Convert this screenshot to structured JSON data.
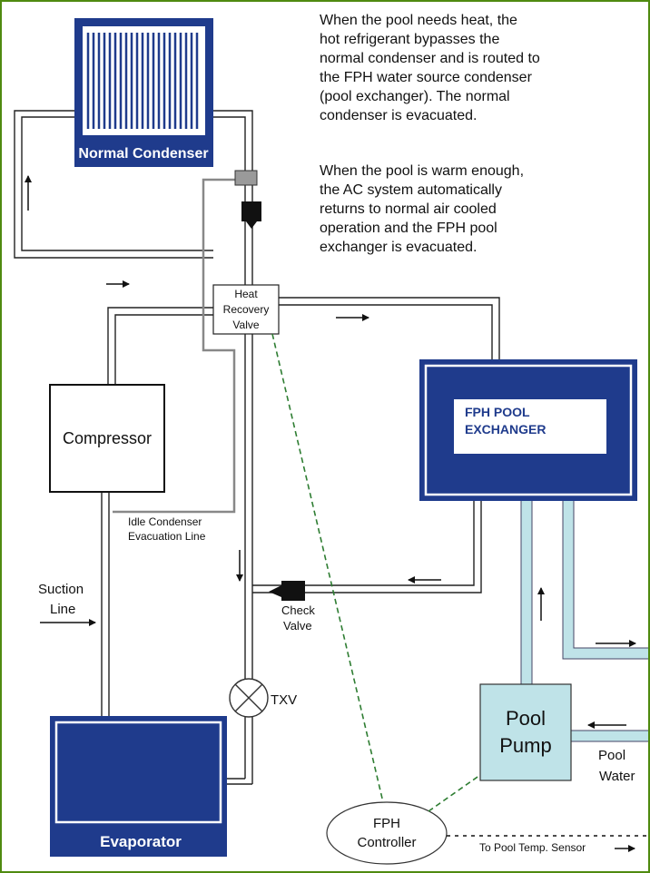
{
  "notes": {
    "heating": "When the pool needs heat, the\nhot refrigerant bypasses the\nnormal condenser and is routed to\nthe FPH water source condenser\n(pool exchanger). The normal\ncondenser is evacuated.",
    "warm": "When the pool is warm enough,\nthe AC system automatically\nreturns to normal air cooled\noperation and the FPH pool\nexchanger is evacuated."
  },
  "components": {
    "normal_condenser": "Normal Condenser",
    "heat_recovery_valve": [
      "Heat",
      "Recovery",
      "Valve"
    ],
    "compressor": "Compressor",
    "pool_exchanger": [
      "FPH POOL",
      "EXCHANGER"
    ],
    "evaporator": "Evaporator",
    "pool_pump": [
      "Pool",
      "Pump"
    ],
    "fph_controller": [
      "FPH",
      "Controller"
    ],
    "txv": "TXV",
    "check_valve": [
      "Check",
      "Valve"
    ]
  },
  "labels": {
    "idle_condenser": [
      "Idle Condenser",
      "Evacuation Line"
    ],
    "suction_line": [
      "Suction",
      "Line"
    ],
    "pool_water": [
      "Pool",
      "Water"
    ],
    "to_pool_temp_sensor": "To Pool Temp. Sensor"
  },
  "colors": {
    "navy": "#1f3b8c",
    "pump_fill": "#bfe3e8",
    "frame": "#4f8a10",
    "controller_link": "#2e7d32"
  }
}
